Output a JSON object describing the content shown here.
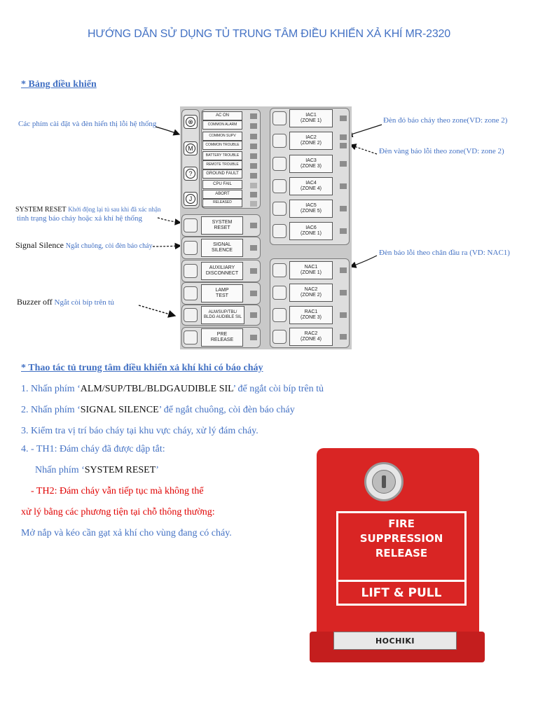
{
  "title": "HƯỚNG DẪN SỬ DỤNG TỦ TRUNG TÂM ĐIỀU KHIỂN XẢ KHÍ MR-2320",
  "section1": "* Bảng điều khiển",
  "annotations": {
    "left_keys": "Các phím cài đặt và đèn hiển thị lỗi hệ thống",
    "system_reset_name": "SYSTEM RESET",
    "system_reset_desc1": "Khởi động lại tủ sau khi đã xác nhận",
    "system_reset_desc2": "tình trạng báo cháy hoặc xả khí hệ thống",
    "signal_silence_name": "Signal Silence",
    "signal_silence_desc": "Ngắt chuông, còi đèn báo cháy",
    "buzzer_off_name": "Buzzer off",
    "buzzer_off_desc": "Ngắt còi bíp trên tủ",
    "red_zone": "Đèn đỏ báo cháy theo zone(VD: zone 2)",
    "yellow_zone": "Đèn vàng báo lỗi theo zone(VD: zone 2)",
    "nac_fault": "Đèn báo lỗi theo chân đầu ra (VD: NAC1)"
  },
  "panel": {
    "status_labels": [
      "AC ON",
      "COMMON ALARM",
      "COMMON SUPV",
      "COMMON TROUBLE",
      "BATTERY TROUBLE",
      "REMOTE TROUBLE",
      "GROUND FAULT",
      "CPU FAIL",
      "ABORT",
      "RELEASED"
    ],
    "symbols": [
      "⊗",
      "M",
      "?",
      "J"
    ],
    "left_buttons": [
      {
        "l1": "SYSTEM",
        "l2": "RESET"
      },
      {
        "l1": "SIGNAL",
        "l2": "SILENCE"
      },
      {
        "l1": "AUXILIARY",
        "l2": "DISCONNECT"
      },
      {
        "l1": "LAMP",
        "l2": "TEST"
      },
      {
        "l1": "ALM/SUP/TBL/",
        "l2": "BLDG AUDIBLE SIL"
      },
      {
        "l1": "PRE",
        "l2": "RELEASE"
      }
    ],
    "zones": [
      {
        "l1": "IAC1",
        "l2": "(ZONE 1)"
      },
      {
        "l1": "IAC2",
        "l2": "(ZONE 2)"
      },
      {
        "l1": "IAC3",
        "l2": "(ZONE 3)"
      },
      {
        "l1": "IAC4",
        "l2": "(ZONE 4)"
      },
      {
        "l1": "IAC5",
        "l2": "(ZONE 5)"
      },
      {
        "l1": "IAC6",
        "l2": "(ZONE 1)"
      }
    ],
    "outputs": [
      {
        "l1": "NAC1",
        "l2": "(ZONE 1)"
      },
      {
        "l1": "NAC2",
        "l2": "(ZONE 2)"
      },
      {
        "l1": "RAC1",
        "l2": "(ZONE 3)"
      },
      {
        "l1": "RAC2",
        "l2": "(ZONE 4)"
      }
    ]
  },
  "section2": "* Thao tác tủ trung tâm điều khiển xả khí khi có báo cháy",
  "steps": {
    "s1_pre": "1. Nhấn phím ‘",
    "s1_key": "ALM/SUP/TBL/BLDGAUDIBLE SIL",
    "s1_post": "’ để ngắt còi bíp trên tủ",
    "s2_pre": "2. Nhấn phím ‘",
    "s2_key": "SIGNAL SILENCE",
    "s2_post": "’ để ngắt chuông, còi đèn báo cháy",
    "s3": "3. Kiểm tra vị trí báo cháy tại khu vực cháy, xử lý đám cháy.",
    "s4": "4. - TH1: Đám cháy đã được dập tắt:",
    "s4b_pre": "Nhấn phím ‘",
    "s4b_key": "SYSTEM RESET",
    "s4b_post": "’",
    "th2_a": "- TH2: Đám cháy vẫn tiếp tục mà không thể",
    "th2_b": "xử lý bằng các phương tiện tại chỗ thông thường:",
    "th2_c": "Mở nắp và kéo cần gạt xả khí cho vùng đang có cháy."
  },
  "device": {
    "line1": "FIRE",
    "line2": "SUPPRESSION",
    "line3": "RELEASE",
    "lift": "LIFT & PULL",
    "brand": "HOCHIKI"
  },
  "colors": {
    "heading": "#4472c4",
    "warning": "#e00000",
    "device_red": "#d92524"
  }
}
